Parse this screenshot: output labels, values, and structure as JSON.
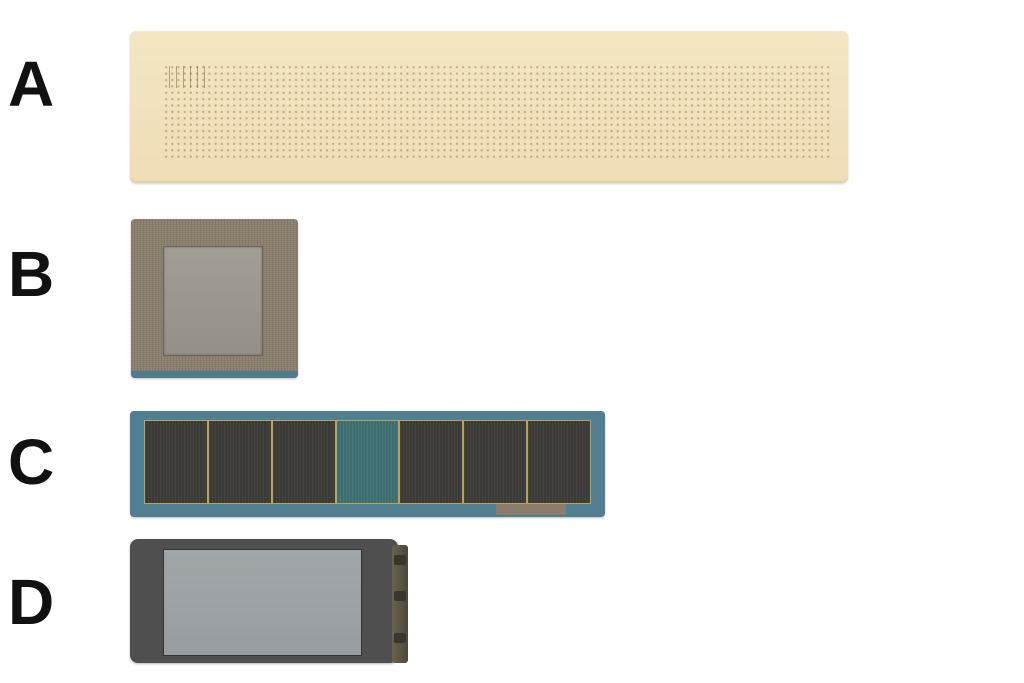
{
  "labels": {
    "a": "A",
    "b": "B",
    "c": "C",
    "d": "D"
  },
  "colors": {
    "panel_a": "#f2e2bf",
    "panel_b_fabric": "#8a7f6c",
    "panel_b_base": "#4e7c8e",
    "panel_c_frame": "#4f7f91",
    "panel_c_slats": "#3b3a37",
    "panel_c_trim": "#b9a25a",
    "panel_d_body": "#4f4f4f",
    "screens": "#9da2a5"
  },
  "panel_c": {
    "slat_count": 7,
    "highlighted_slat": 3
  }
}
